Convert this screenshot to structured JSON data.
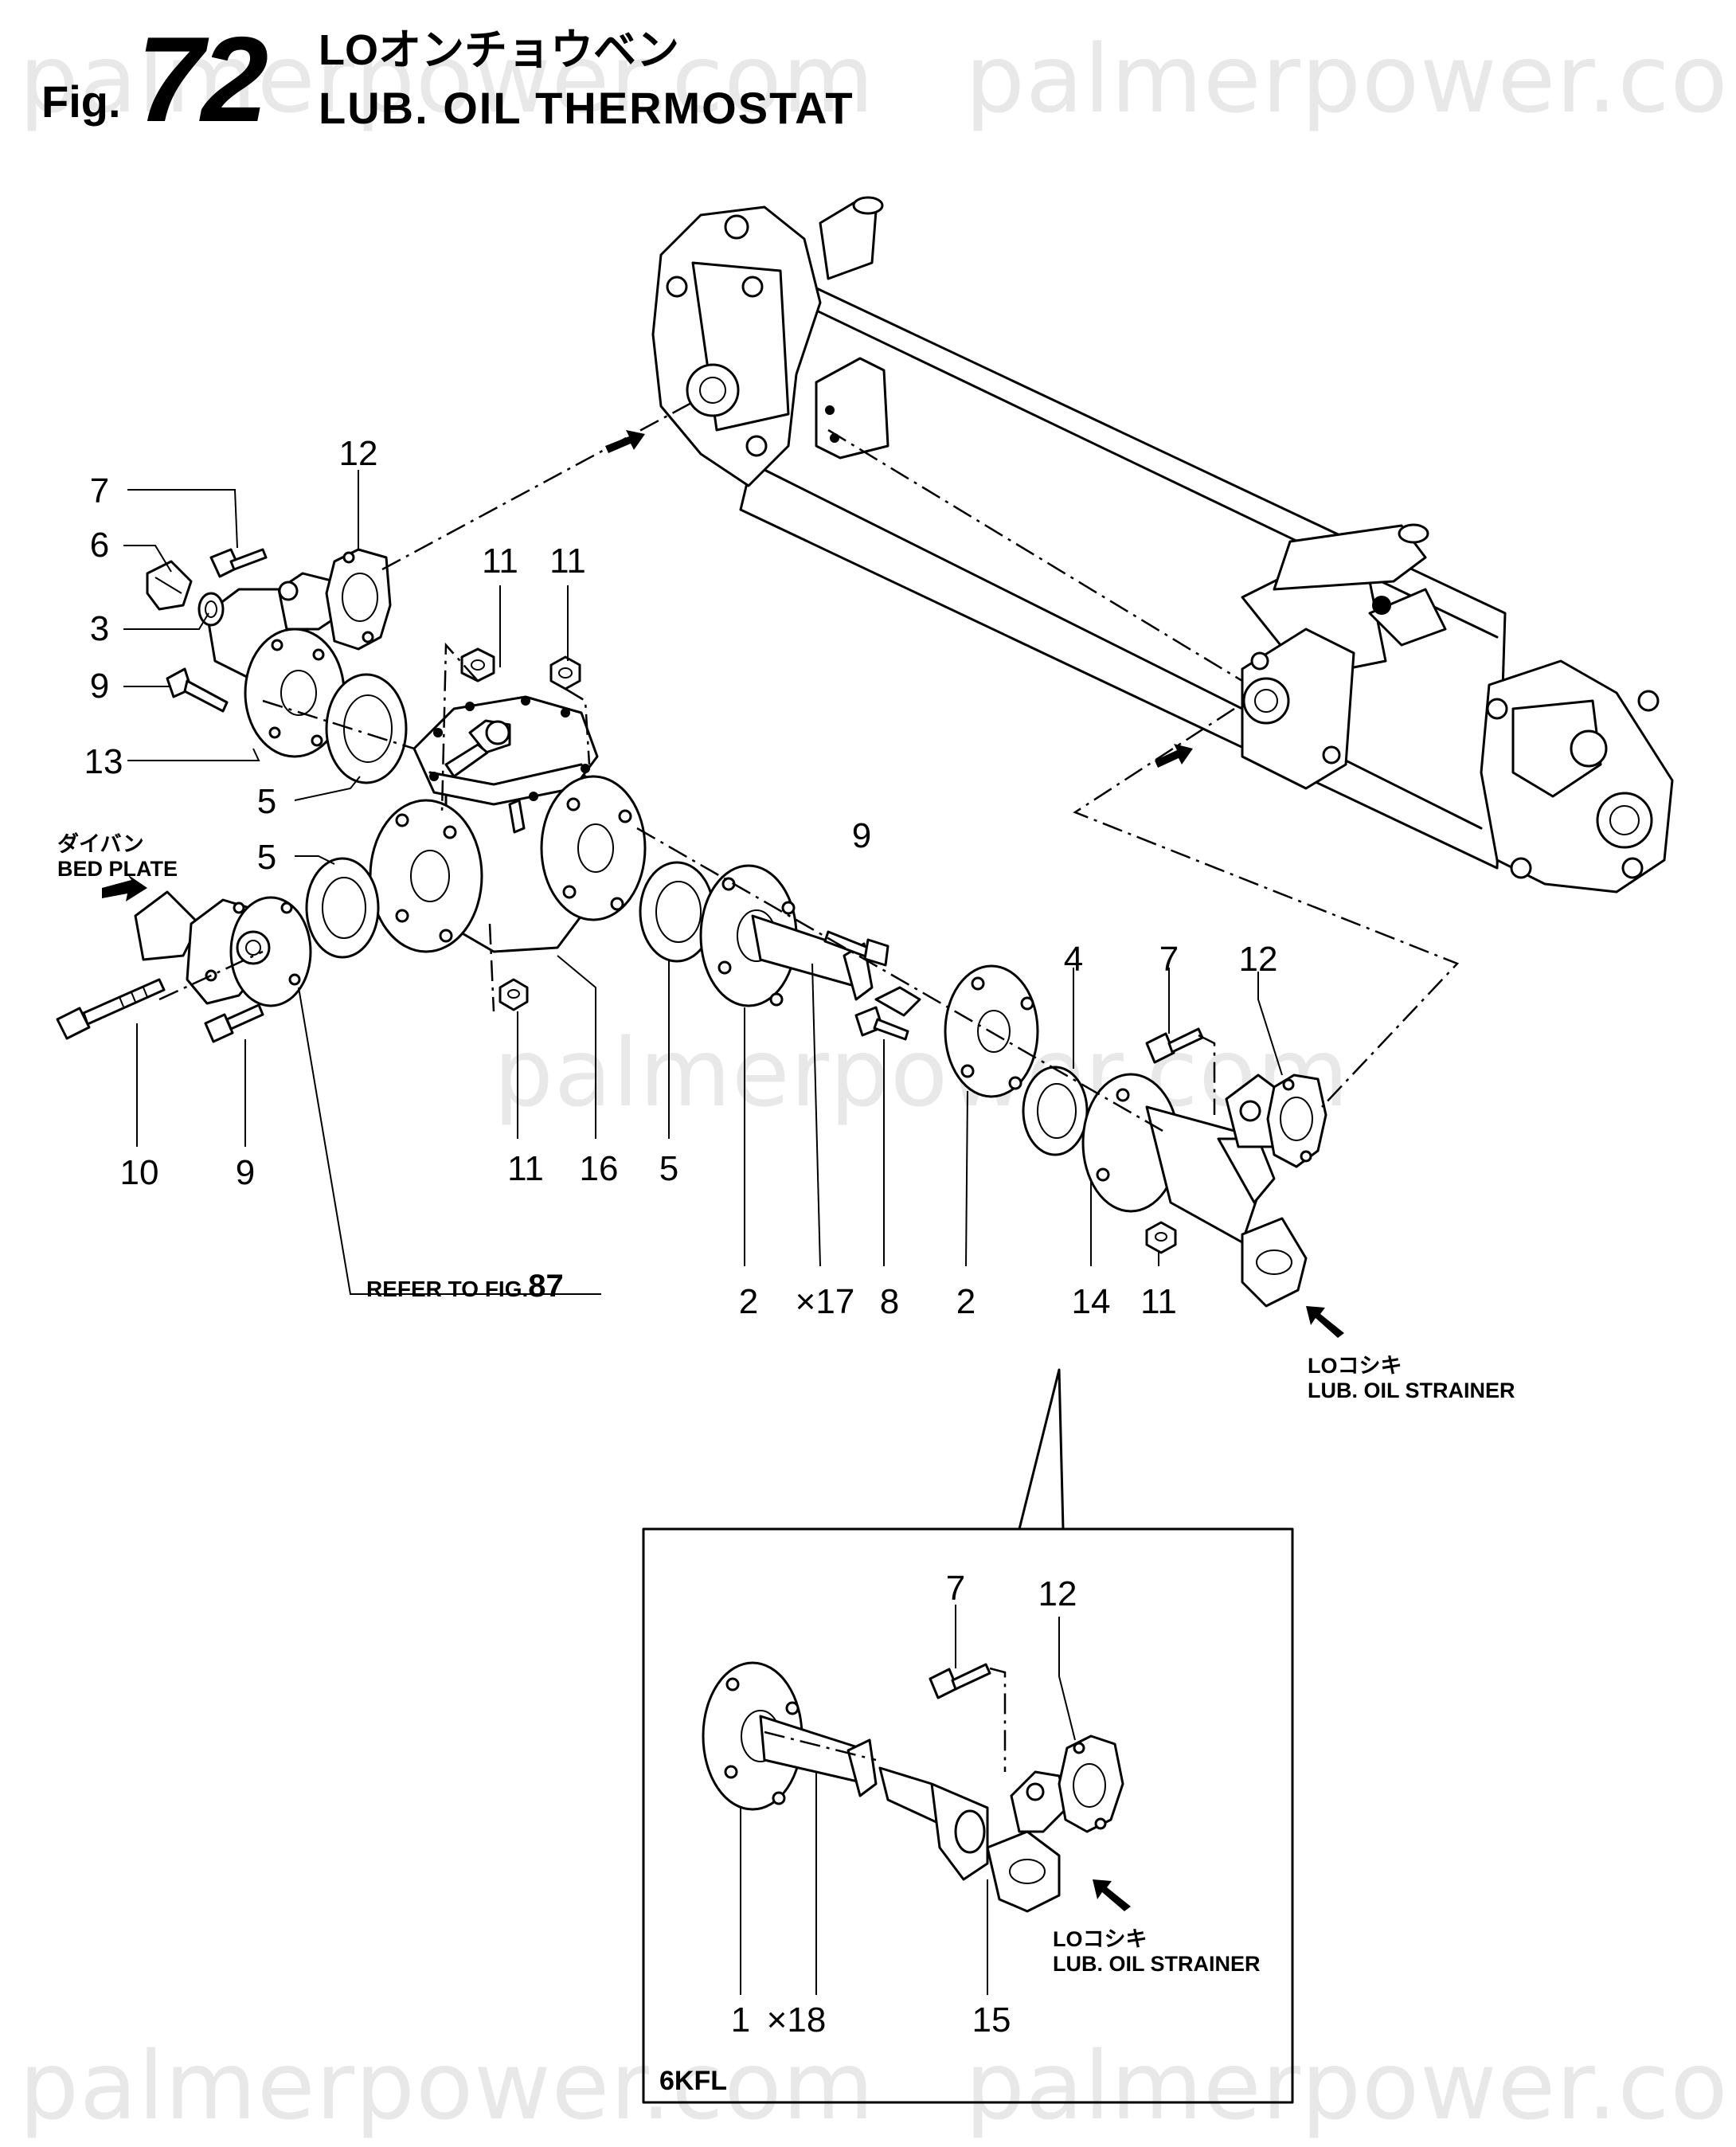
{
  "watermark": "palmerpower.com",
  "header": {
    "fig_prefix": "Fig.",
    "fig_number": "72",
    "title_jp": "LOオンチョウベン",
    "title_en": "LUB. OIL THERMOSTAT"
  },
  "callouts": {
    "c12_top": "12",
    "c7_left": "7",
    "c6": "6",
    "c3": "3",
    "c9_left": "9",
    "c13": "13",
    "c5_a": "5",
    "c5_b": "5",
    "c11_a": "11",
    "c11_b": "11",
    "c9_mid": "9",
    "c4": "4",
    "c7_right": "7",
    "c12_right": "12",
    "c10": "10",
    "c9_bottom": "9",
    "c11_c": "11",
    "c16": "16",
    "c5_c": "5",
    "c2_a": "2",
    "c17": "×17",
    "c8": "8",
    "c2_b": "2",
    "c14": "14",
    "c11_d": "11",
    "inset_c7": "7",
    "inset_c12": "12",
    "inset_c1": "1",
    "inset_c18": "×18",
    "inset_c15": "15"
  },
  "notes": {
    "bed_plate_jp": "ダイバン",
    "bed_plate_en": "BED PLATE",
    "refer_text": "REFER TO FIG.",
    "refer_fig": "87",
    "strainer_jp": "LOコシキ",
    "strainer_en": "LUB. OIL STRAINER",
    "inset_strainer_jp": "LOコシキ",
    "inset_strainer_en": "LUB. OIL STRAINER",
    "inset_variant": "6KFL"
  },
  "parts": [
    "oil-cooler",
    "thermostat-housing",
    "thermostat-cover",
    "flange-elbow",
    "bed-plate-elbow",
    "gasket",
    "pipe",
    "pipe-flange",
    "strainer-pipe",
    "bolt",
    "nut",
    "plug"
  ]
}
